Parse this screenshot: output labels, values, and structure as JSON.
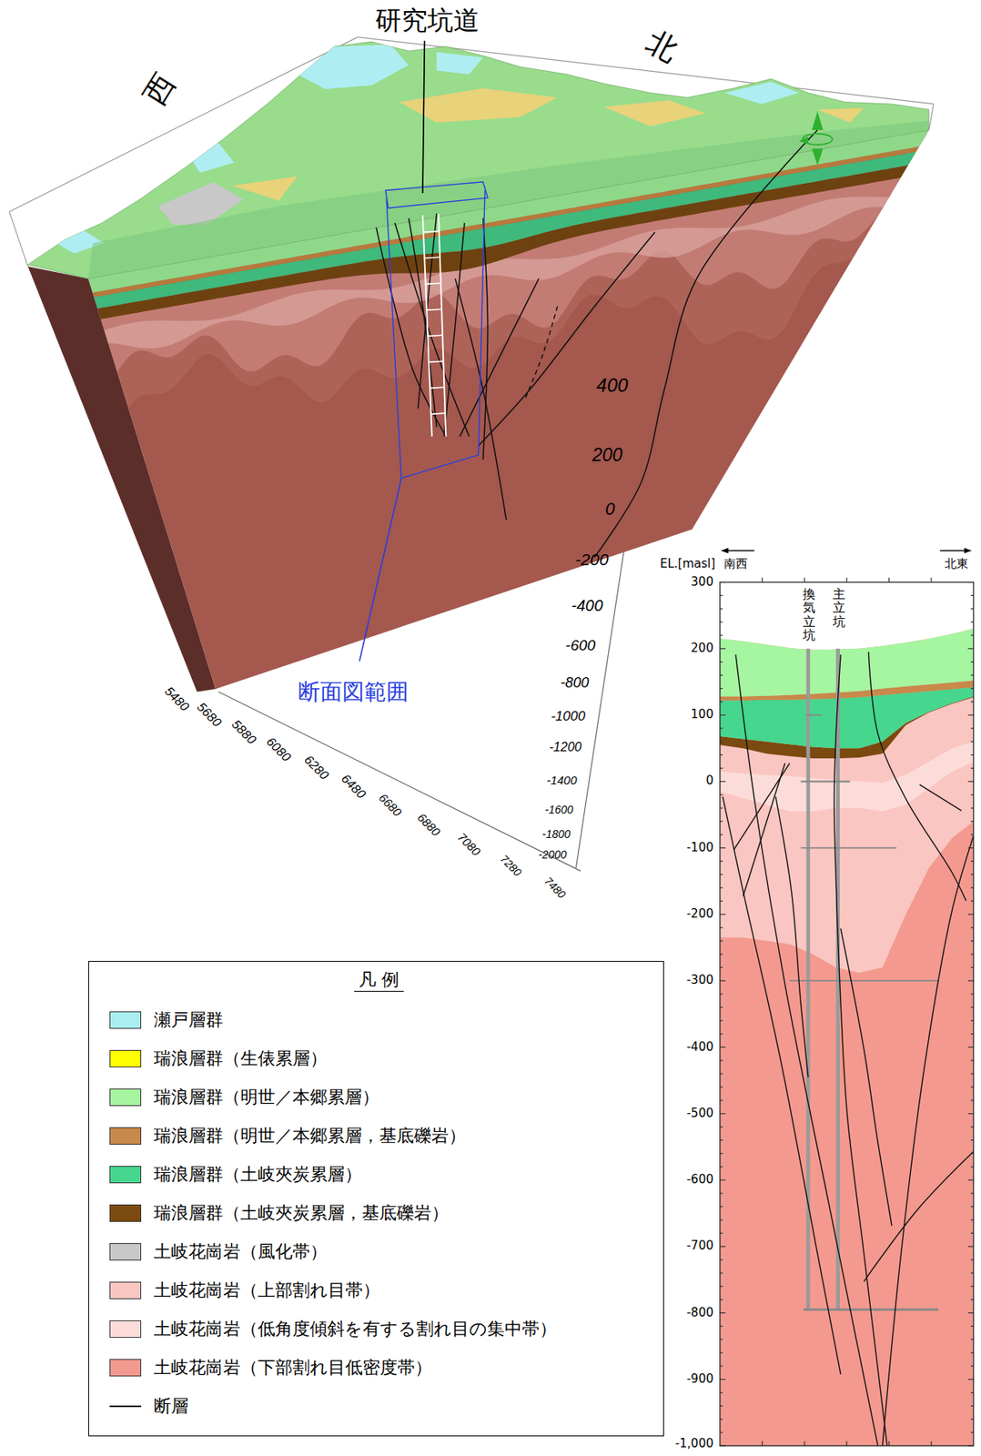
{
  "diagram": {
    "nodes": [
      {
        "text": [
          "凡 例"
        ]
      }
    ],
    "labels": [
      "研究坑道",
      "西",
      "北",
      "400",
      "200",
      "0",
      "-200",
      "-400",
      "-600",
      "-800",
      "-1000",
      "-1200",
      "-1400",
      "-1600",
      "-1800",
      "-2000",
      "5480",
      "5680",
      "5880",
      "6080",
      "6280",
      "6480",
      "6680",
      "6880",
      "7080",
      "7280",
      "7480",
      "断面図範囲",
      "EL.[masl]",
      "南西",
      "北東",
      "換気立坑",
      "主立坑",
      "300",
      "200",
      "100",
      "0",
      "-100",
      "-200",
      "-300",
      "-400",
      "-500",
      "-600",
      "-700",
      "-800",
      "-900",
      "-1,000"
    ],
    "legend": [
      {
        "text": "瀬戸層群",
        "color": "#aaeef2"
      },
      {
        "text": "瑞浪層群（生俵累層）",
        "color": "#ffff00"
      },
      {
        "text": "瑞浪層群（明世／本郷累層）",
        "color": "#a6f5a0"
      },
      {
        "text": "瑞浪層群（明世／本郷累層，基底礫岩）",
        "color": "#c8894a"
      },
      {
        "text": "瑞浪層群（土岐夾炭累層）",
        "color": "#46d68e"
      },
      {
        "text": "瑞浪層群（土岐夾炭累層，基底礫岩）",
        "color": "#7b4a10"
      },
      {
        "text": "土岐花崗岩（風化帯）",
        "color": "#c8c8c8"
      },
      {
        "text": "土岐花崗岩（上部割れ目帯）",
        "color": "#fac6c1"
      },
      {
        "text": "土岐花崗岩（低角度傾斜を有する割れ目の集中帯）",
        "color": "#fcdcd8"
      },
      {
        "text": "土岐花崗岩（下部割れ目低密度帯）",
        "color": "#f4998f"
      },
      {
        "text": "断層"
      }
    ]
  }
}
